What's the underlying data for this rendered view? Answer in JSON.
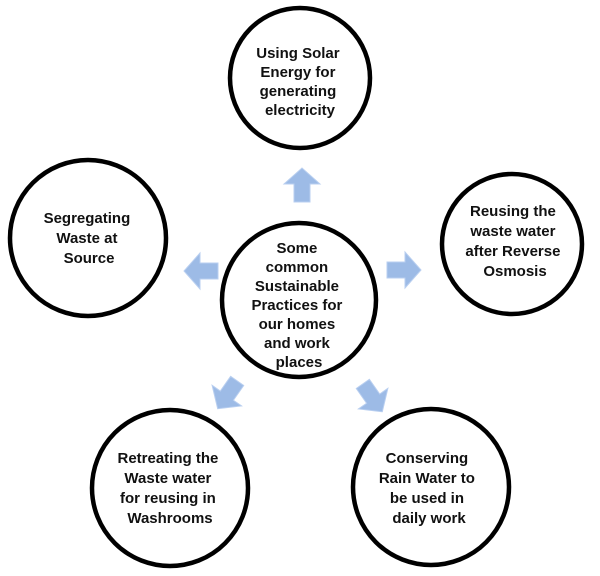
{
  "center": {
    "lines": [
      "Some",
      "common",
      "Sustainable",
      "Practices for",
      "our homes",
      "and work",
      "places"
    ]
  },
  "nodes": {
    "top": {
      "lines": [
        "Using Solar",
        "Energy for",
        "generating",
        "electricity"
      ]
    },
    "right": {
      "lines": [
        "Reusing the",
        "waste water",
        "after Reverse",
        "Osmosis"
      ]
    },
    "bottom_right": {
      "lines": [
        "Conserving",
        "Rain Water to",
        "be used in",
        "daily work"
      ]
    },
    "bottom_left": {
      "lines": [
        "Retreating the",
        "Waste water",
        "for reusing in",
        "Washrooms"
      ]
    },
    "left": {
      "lines": [
        "Segregating",
        "Waste at",
        "Source"
      ]
    }
  },
  "colors": {
    "arrow_fill": "#9dbbe6",
    "circle_stroke": "#000000"
  }
}
